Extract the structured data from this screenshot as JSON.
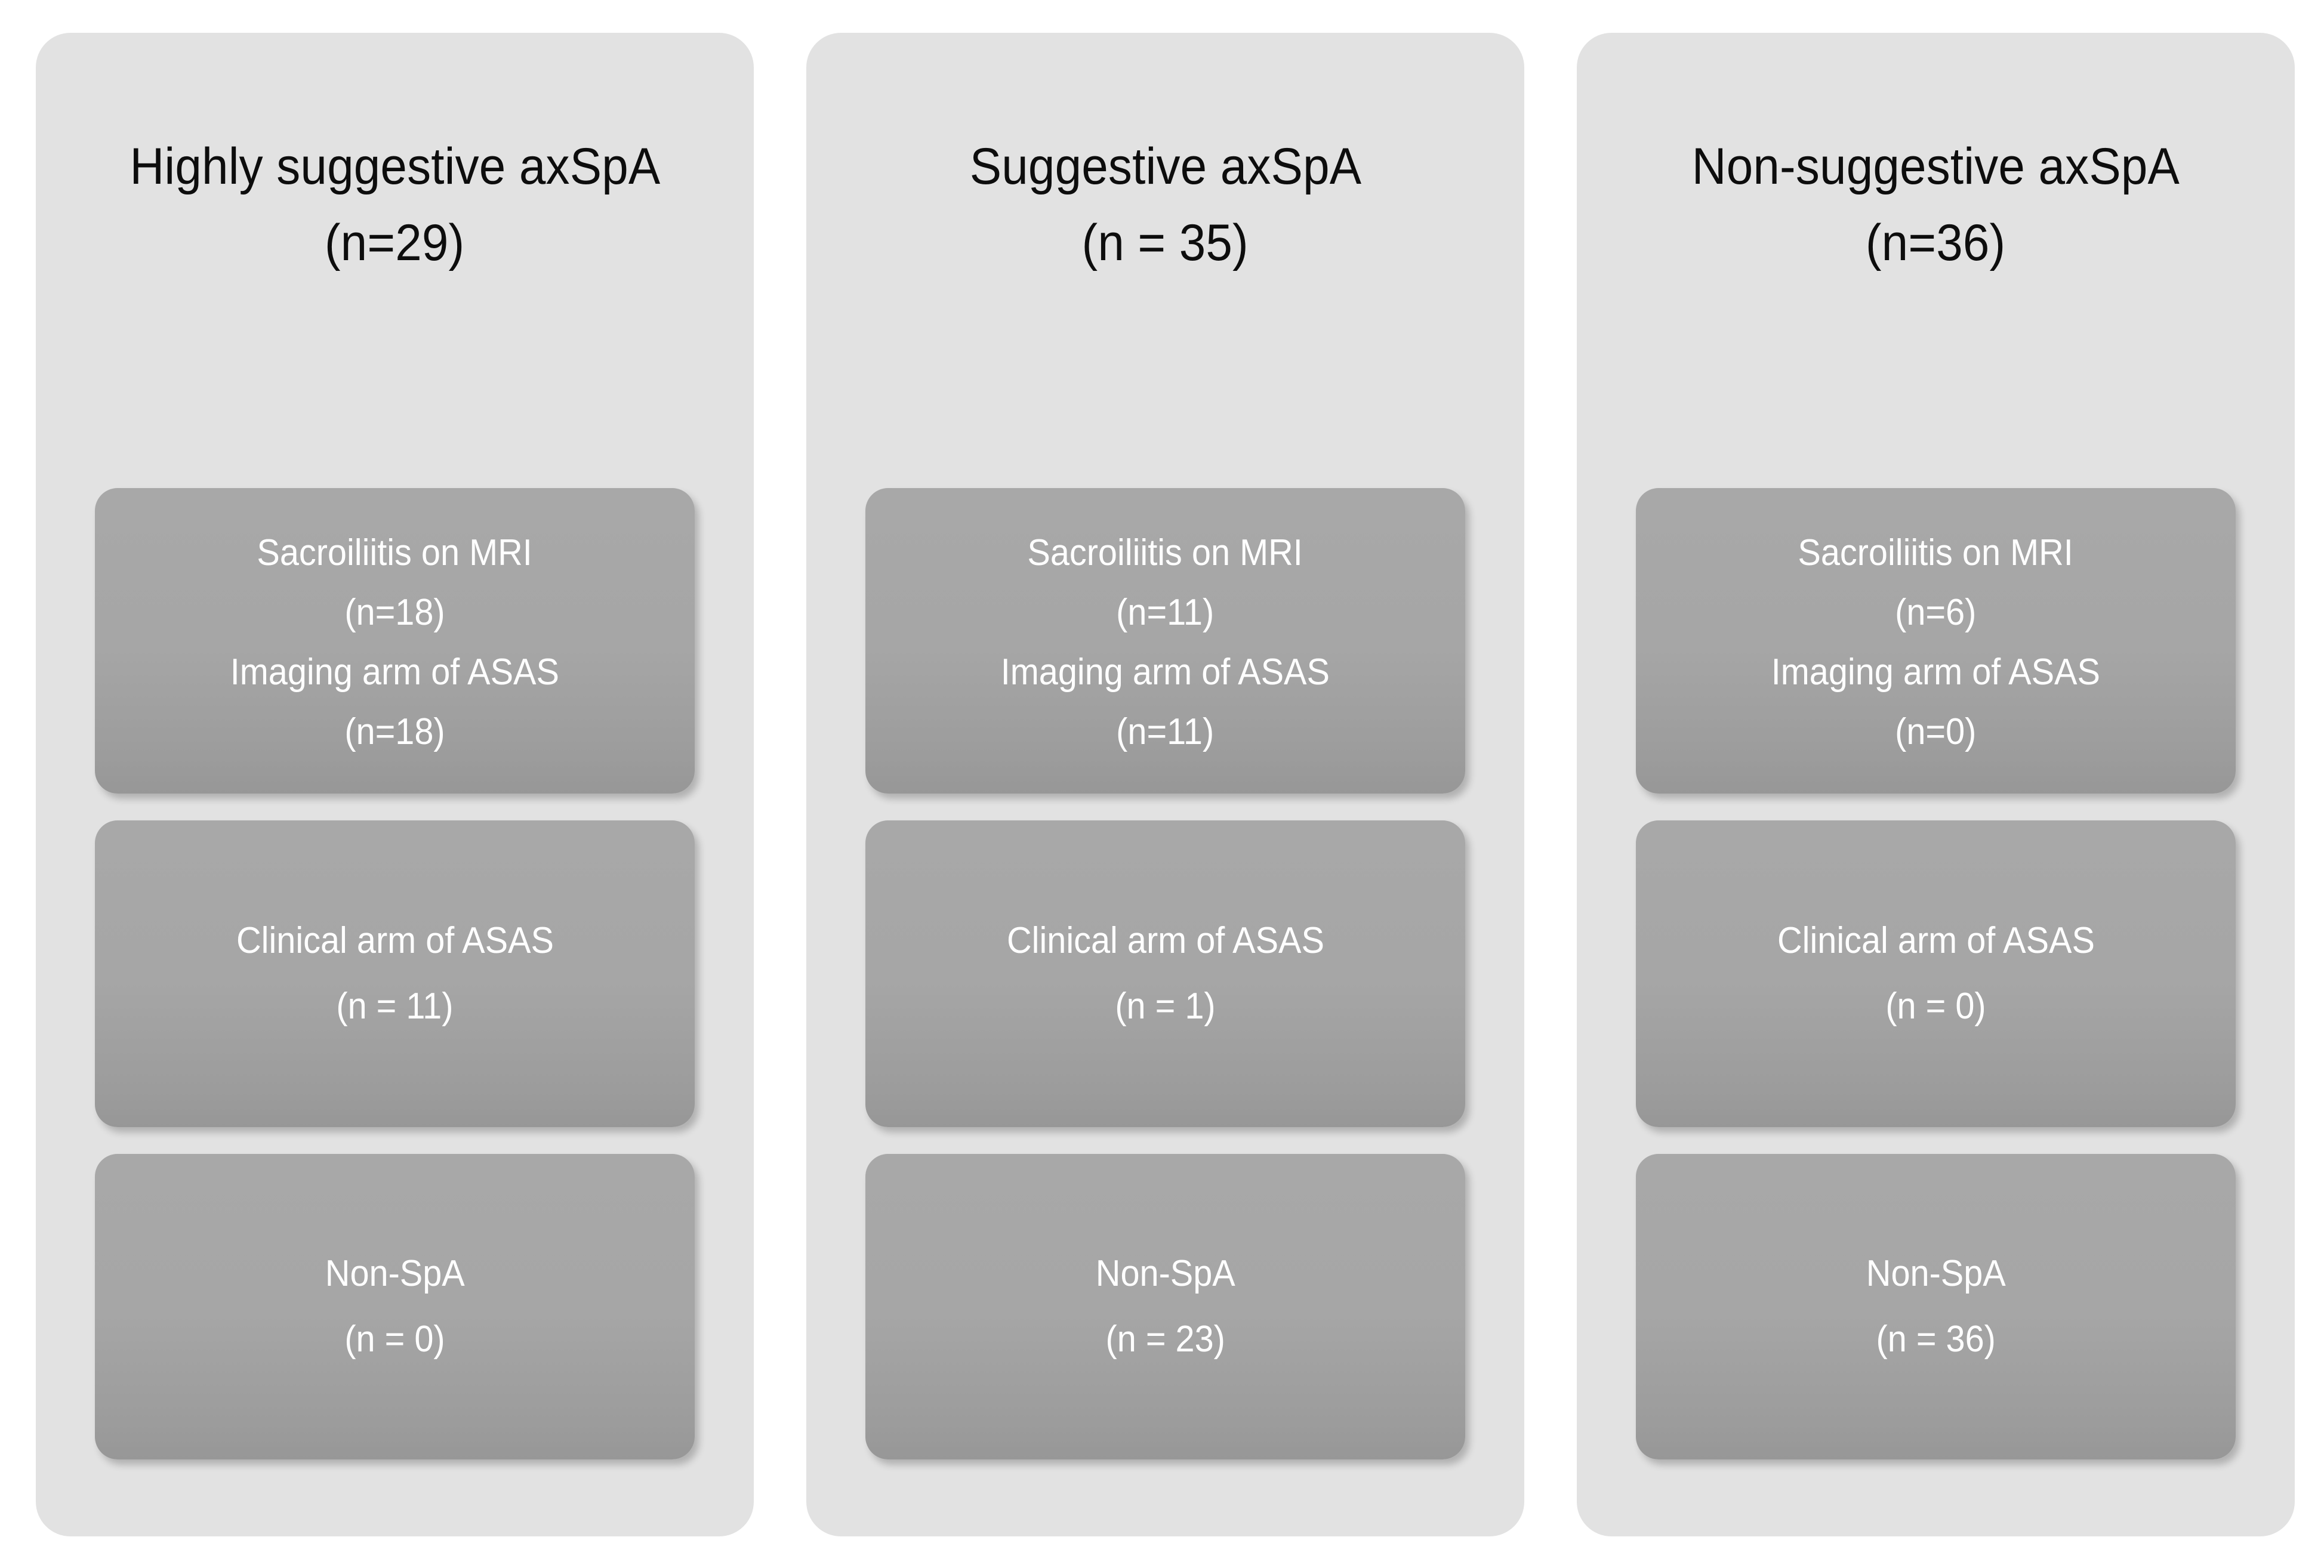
{
  "diagram": {
    "type": "flow-columns",
    "background_color": "#ffffff",
    "panel_color": "#e2e2e2",
    "box_color": "#a6a6a6",
    "box_text_color": "#ffffff",
    "header_text_color": "#0d0d0d"
  },
  "columns": [
    {
      "id": "highly-suggestive",
      "title": "Highly suggestive axSpA",
      "count": "(n=29)",
      "boxes": [
        {
          "id": "sacroiliitis-mri",
          "lines": [
            "Sacroiliitis on MRI",
            "(n=18)",
            "Imaging arm of ASAS",
            "(n=18)"
          ]
        },
        {
          "id": "clinical-arm-asas",
          "lines": [
            "Clinical arm of ASAS",
            "(n = 11)"
          ]
        },
        {
          "id": "non-spa",
          "lines": [
            "Non-SpA",
            "(n = 0)"
          ]
        }
      ]
    },
    {
      "id": "suggestive",
      "title": "Suggestive axSpA",
      "count": "(n = 35)",
      "boxes": [
        {
          "id": "sacroiliitis-mri",
          "lines": [
            "Sacroiliitis on MRI",
            "(n=11)",
            "Imaging arm of ASAS",
            "(n=11)"
          ]
        },
        {
          "id": "clinical-arm-asas",
          "lines": [
            "Clinical arm of ASAS",
            "(n = 1)"
          ]
        },
        {
          "id": "non-spa",
          "lines": [
            "Non-SpA",
            "(n = 23)"
          ]
        }
      ]
    },
    {
      "id": "non-suggestive",
      "title": "Non-suggestive axSpA",
      "count": "(n=36)",
      "boxes": [
        {
          "id": "sacroiliitis-mri",
          "lines": [
            "Sacroiliitis on MRI",
            "(n=6)",
            "Imaging arm of ASAS",
            "(n=0)"
          ]
        },
        {
          "id": "clinical-arm-asas",
          "lines": [
            "Clinical arm of ASAS",
            "(n = 0)"
          ]
        },
        {
          "id": "non-spa",
          "lines": [
            "Non-SpA",
            "(n = 36)"
          ]
        }
      ]
    }
  ]
}
